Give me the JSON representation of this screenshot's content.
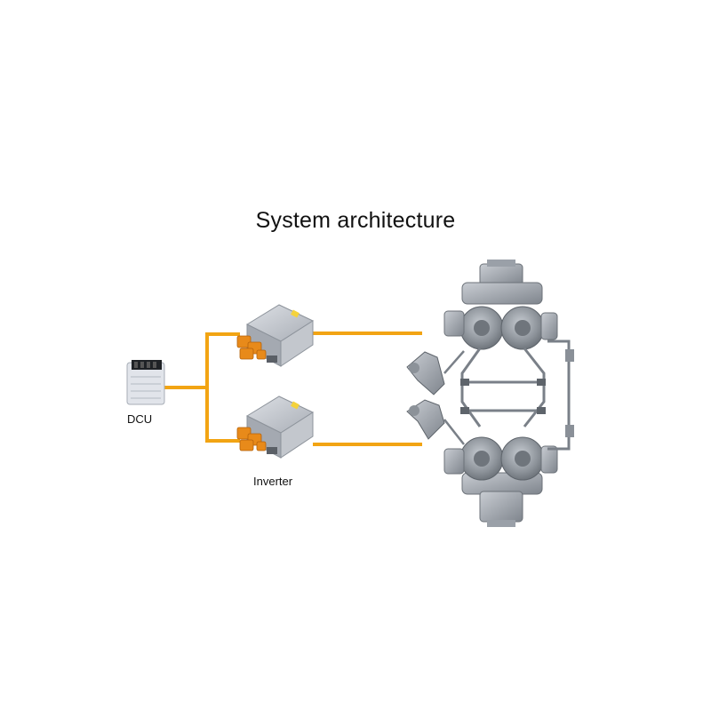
{
  "diagram": {
    "title": "System architecture",
    "nodes": [
      {
        "id": "dcu",
        "label": "DCU"
      },
      {
        "id": "inverter-top",
        "label": ""
      },
      {
        "id": "inverter-bottom",
        "label": "Inverter"
      },
      {
        "id": "drive-unit",
        "label": ""
      }
    ],
    "edges": [
      {
        "from": "dcu",
        "to": "inverter-top"
      },
      {
        "from": "dcu",
        "to": "inverter-bottom"
      },
      {
        "from": "inverter-top",
        "to": "drive-unit"
      },
      {
        "from": "inverter-bottom",
        "to": "drive-unit"
      }
    ],
    "colors": {
      "connector": "#f2a413",
      "inverter_body": "#b7bcc4",
      "inverter_ports": "#e88a1a",
      "motor_metal": "#9aa0a8",
      "dcu_body": "#e1e4ea"
    }
  }
}
